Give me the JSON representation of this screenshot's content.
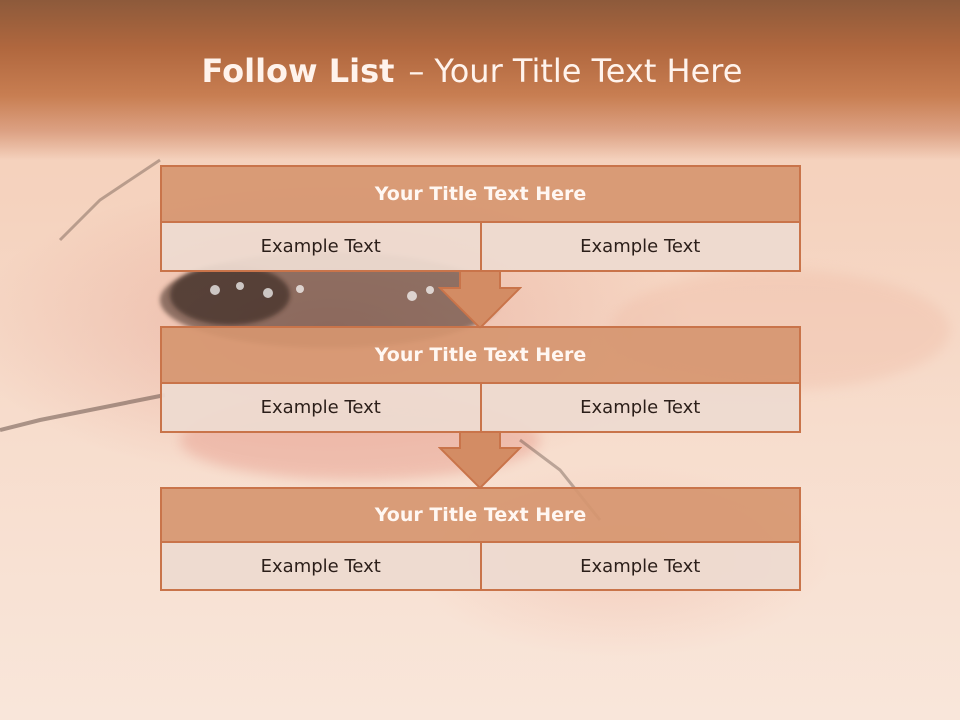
{
  "slide": {
    "title_bold": "Follow List",
    "title_dash": "–",
    "title_rest": "Your Title Text Here",
    "blocks": [
      {
        "title": "Your Title Text Here",
        "left": "Example Text",
        "right": "Example Text"
      },
      {
        "title": "Your Title Text Here",
        "left": "Example Text",
        "right": "Example Text"
      },
      {
        "title": "Your Title Text Here",
        "left": "Example Text",
        "right": "Example Text"
      }
    ]
  },
  "colors": {
    "header_top": "#8d5a3b",
    "header_mid": "#c87e52",
    "box_title_fill": "#d69670",
    "box_border": "#c9744a",
    "cell_fill": "#eddad0",
    "arrow_fill": "#d38c64"
  },
  "icons": {
    "background": "mosquito-photo",
    "connector": "down-arrow-icon"
  }
}
